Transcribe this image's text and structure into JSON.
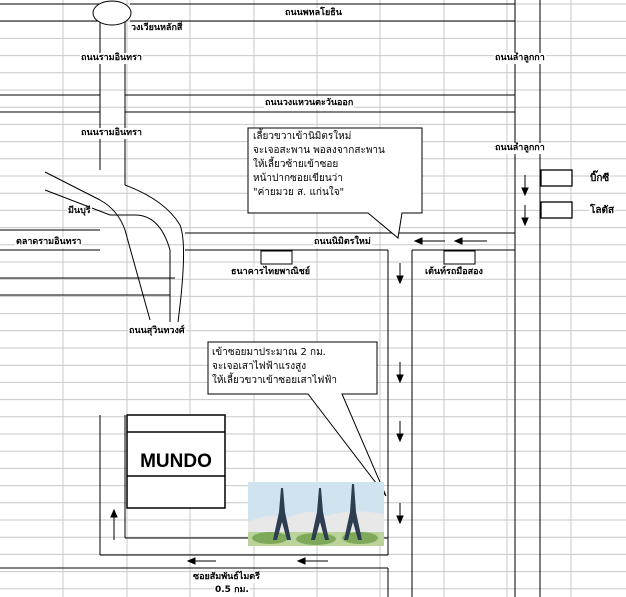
{
  "roads": {
    "phahon_yothin": "ถนนพหลโยธิน",
    "circle": "วงเวียนหลักสี่",
    "ram_inthra_1": "ถนนรามอินทรา",
    "ram_inthra_2": "ถนนรามอินทรา",
    "lam_luk_ka_1": "ถนนลำลูกกา",
    "lam_luk_ka_2": "ถนนลำลูกกา",
    "ring_road": "ถนนวงแหวนตะวันออก",
    "min_buri": "มีนบุรี",
    "talad_ram_inthra": "ตลาดรามอินทรา",
    "nimit_mai": "ถนนนิมิตรใหม่",
    "suwinthawong": "ถนนสุวินทวงศ์",
    "soi_samphan": "ซอยสัมพันธ์ไมตรี",
    "distance_05": "0.5 กม."
  },
  "places": {
    "big_c": "บิ๊กซี",
    "lotus": "โลตัส",
    "bank": "ธนาคารไทยพาณิชย์",
    "tent": "เต้นท์รถมือสอง",
    "mundo": "MUNDO"
  },
  "callouts": {
    "top": {
      "line1": "เลี้ยวขวาเข้านิมิตรใหม่",
      "line2": "จะเจอสะพาน พอลงจากสะพาน",
      "line3": "ให้เลี้ยวซ้ายเข้าซอย",
      "line4": "หน้าปากซอยเขียนว่า",
      "line5": "\"ค่ายมวย ส. แก่นใจ\""
    },
    "bottom": {
      "line1": "เข้าซอยมาประมาณ 2 กม.",
      "line2": "จะเจอเสาไฟฟ้าแรงสูง",
      "line3": "ให้เลี้ยวขวาเข้าซอยเสาไฟฟ้า"
    }
  },
  "icons": {
    "towers": "eiffel-tower-icon",
    "arrows": "direction-arrow-icon"
  }
}
